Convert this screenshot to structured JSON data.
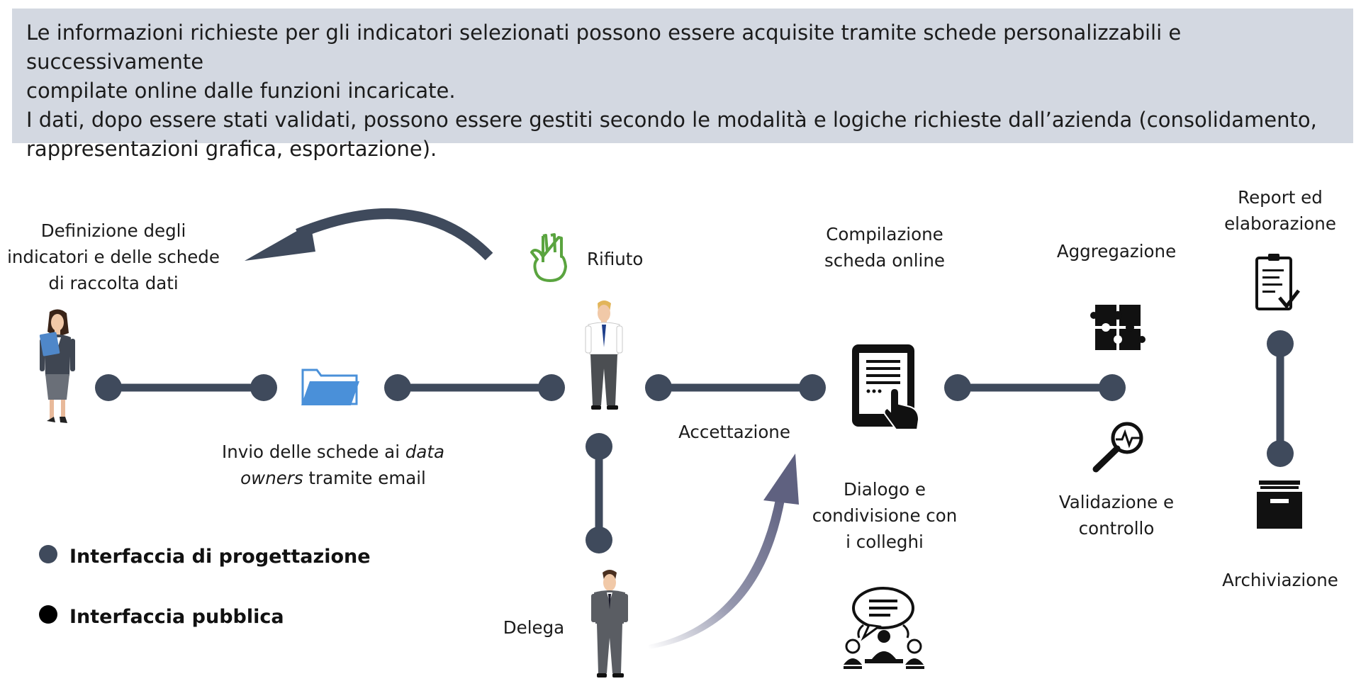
{
  "banner": {
    "line1": "Le informazioni richieste per gli indicatori selezionati possono essere acquisite tramite schede personalizzabili e successivamente",
    "line2": "compilate online dalle funzioni incaricate.",
    "line3": "I dati, dopo essere stati validati, possono essere gestiti secondo le modalità e logiche richieste dall’azienda (consolidamento,",
    "line4": "rappresentazioni grafica, esportazione)."
  },
  "steps": {
    "definizione": [
      "Definizione degli",
      "indicatori e delle schede",
      "di raccolta dati"
    ],
    "invio": {
      "pre": "Invio delle schede ai ",
      "italic1": "data",
      "italic2": "owners",
      "post": " tramite email"
    },
    "rifiuto": "Rifiuto",
    "accettazione": "Accettazione",
    "delega": "Delega",
    "compilazione": [
      "Compilazione",
      "scheda online"
    ],
    "dialogo": [
      "Dialogo e",
      "condivisione con",
      "i colleghi"
    ],
    "aggregazione": "Aggregazione",
    "validazione": [
      "Validazione e",
      "controllo"
    ],
    "report": [
      "Report ed",
      "elaborazione"
    ],
    "archiviazione": "Archiviazione"
  },
  "legend": {
    "progettazione": {
      "label": "Interfaccia di progettazione",
      "color": "#3f4a5c"
    },
    "pubblica": {
      "label": "Interfaccia pubblica",
      "color": "#000000"
    }
  },
  "colors": {
    "connector": "#3f4a5c",
    "rifiuto_arrow": "#3f4a5c",
    "delega_arrow": "#6b6d8a",
    "hand_icon": "#5aa43f",
    "folder_icon": "#4a90d9",
    "icons": "#111111"
  }
}
